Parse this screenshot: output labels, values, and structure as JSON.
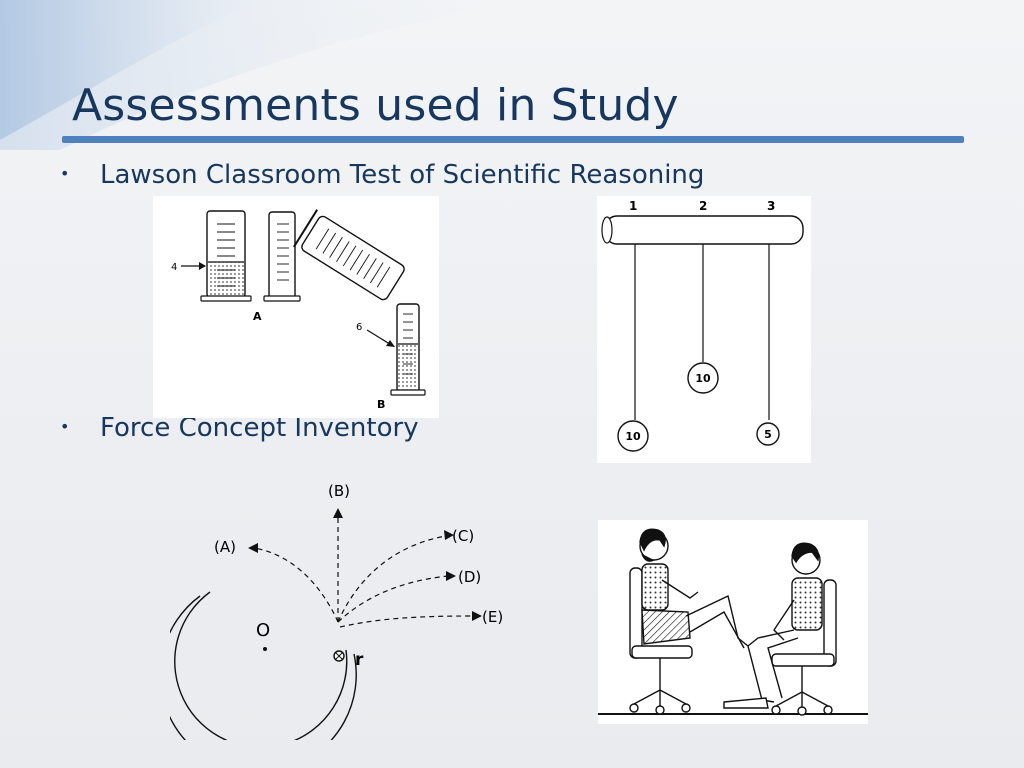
{
  "slide": {
    "title": "Assessments used in Study",
    "bullets": [
      "Lawson Classroom Test of Scientific Reasoning",
      "Force Concept Inventory"
    ]
  },
  "figures": {
    "cylinders": {
      "label_a": "A",
      "label_b": "B",
      "arrow_4": "4",
      "arrow_6": "6"
    },
    "pendulums": {
      "labels": [
        "1",
        "2",
        "3"
      ],
      "weights": [
        "10",
        "10",
        "5"
      ]
    },
    "trajectory": {
      "paths": [
        "(A)",
        "(B)",
        "(C)",
        "(D)",
        "(E)"
      ],
      "center_label": "O",
      "ball_label": "r"
    }
  },
  "colors": {
    "title": "#17375e",
    "accent": "#4f81bd"
  }
}
